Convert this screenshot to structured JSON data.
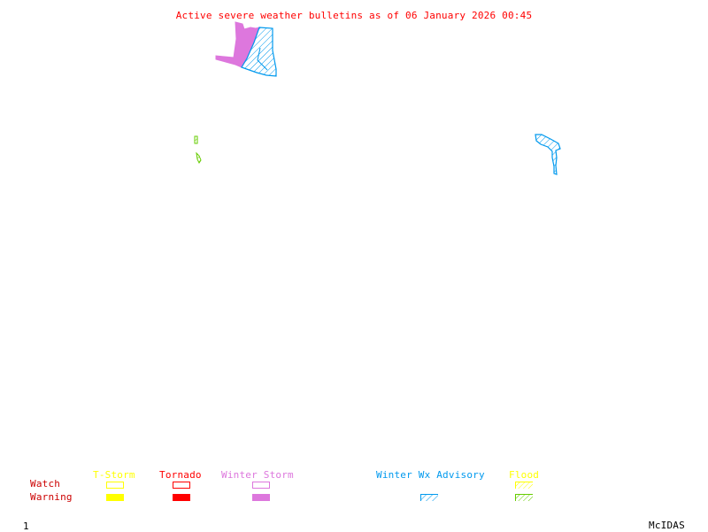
{
  "title": "Active severe weather bulletins as of 06 January 2026 00:45",
  "colors": {
    "title": "#ff0000",
    "tstorm": "#ffff00",
    "tornado": "#ff0000",
    "winter_storm": "#dd77dd",
    "winter_wx_advisory": "#0099ee",
    "flood_watch": "#ffff00",
    "flood_warning": "#66cc00",
    "row_labels": "#cc0000",
    "footer": "#000000"
  },
  "legend": {
    "row_watch": "Watch",
    "row_warning": "Warning",
    "categories": {
      "tstorm": "T-Storm",
      "tornado": "Tornado",
      "winter_storm": "Winter Storm",
      "winter_wx_advisory": "Winter Wx Advisory",
      "flood": "Flood"
    }
  },
  "map_areas": [
    {
      "type": "Winter Storm Warning",
      "region": "north-center",
      "style": "filled",
      "color": "winter_storm"
    },
    {
      "type": "Winter Wx Advisory",
      "region": "north-center",
      "style": "hatched",
      "color": "winter_wx_advisory"
    },
    {
      "type": "Flood Warning",
      "region": "west",
      "style": "hatched",
      "color": "flood_warning"
    },
    {
      "type": "Winter Wx Advisory",
      "region": "east",
      "style": "hatched",
      "color": "winter_wx_advisory"
    }
  ],
  "footer": {
    "frame_number": "1",
    "software": "McIDAS"
  }
}
